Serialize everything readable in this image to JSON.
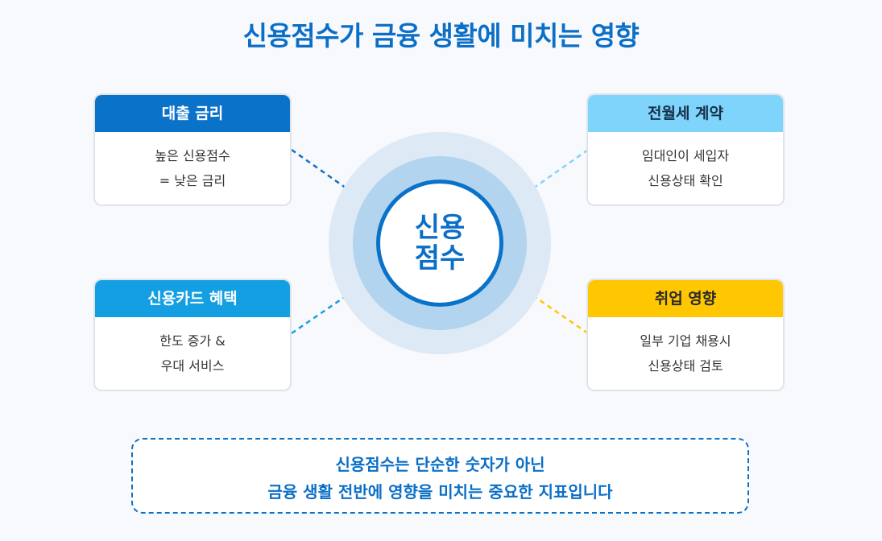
{
  "title": "신용점수가 금융 생활에 미치는 영향",
  "center": {
    "line1": "신용",
    "line2": "점수"
  },
  "cards": {
    "top_left": {
      "header": "대출 금리",
      "line1": "높은 신용점수",
      "line2": "= 낮은 금리",
      "color": "#0b72c9"
    },
    "top_right": {
      "header": "전월세 계약",
      "line1": "임대인이 세입자",
      "line2": "신용상태 확인",
      "color": "#7fd4fb"
    },
    "bottom_left": {
      "header": "신용카드 혜택",
      "line1": "한도 증가 &",
      "line2": "우대 서비스",
      "color": "#149fe2"
    },
    "bottom_right": {
      "header": "취업 영향",
      "line1": "일부 기업 채용시",
      "line2": "신용상태 검토",
      "color": "#ffc701"
    }
  },
  "note": {
    "line1": "신용점수는 단순한 숫자가 아닌",
    "line2": "금융 생활 전반에 영향을 미치는 중요한 지표입니다"
  }
}
